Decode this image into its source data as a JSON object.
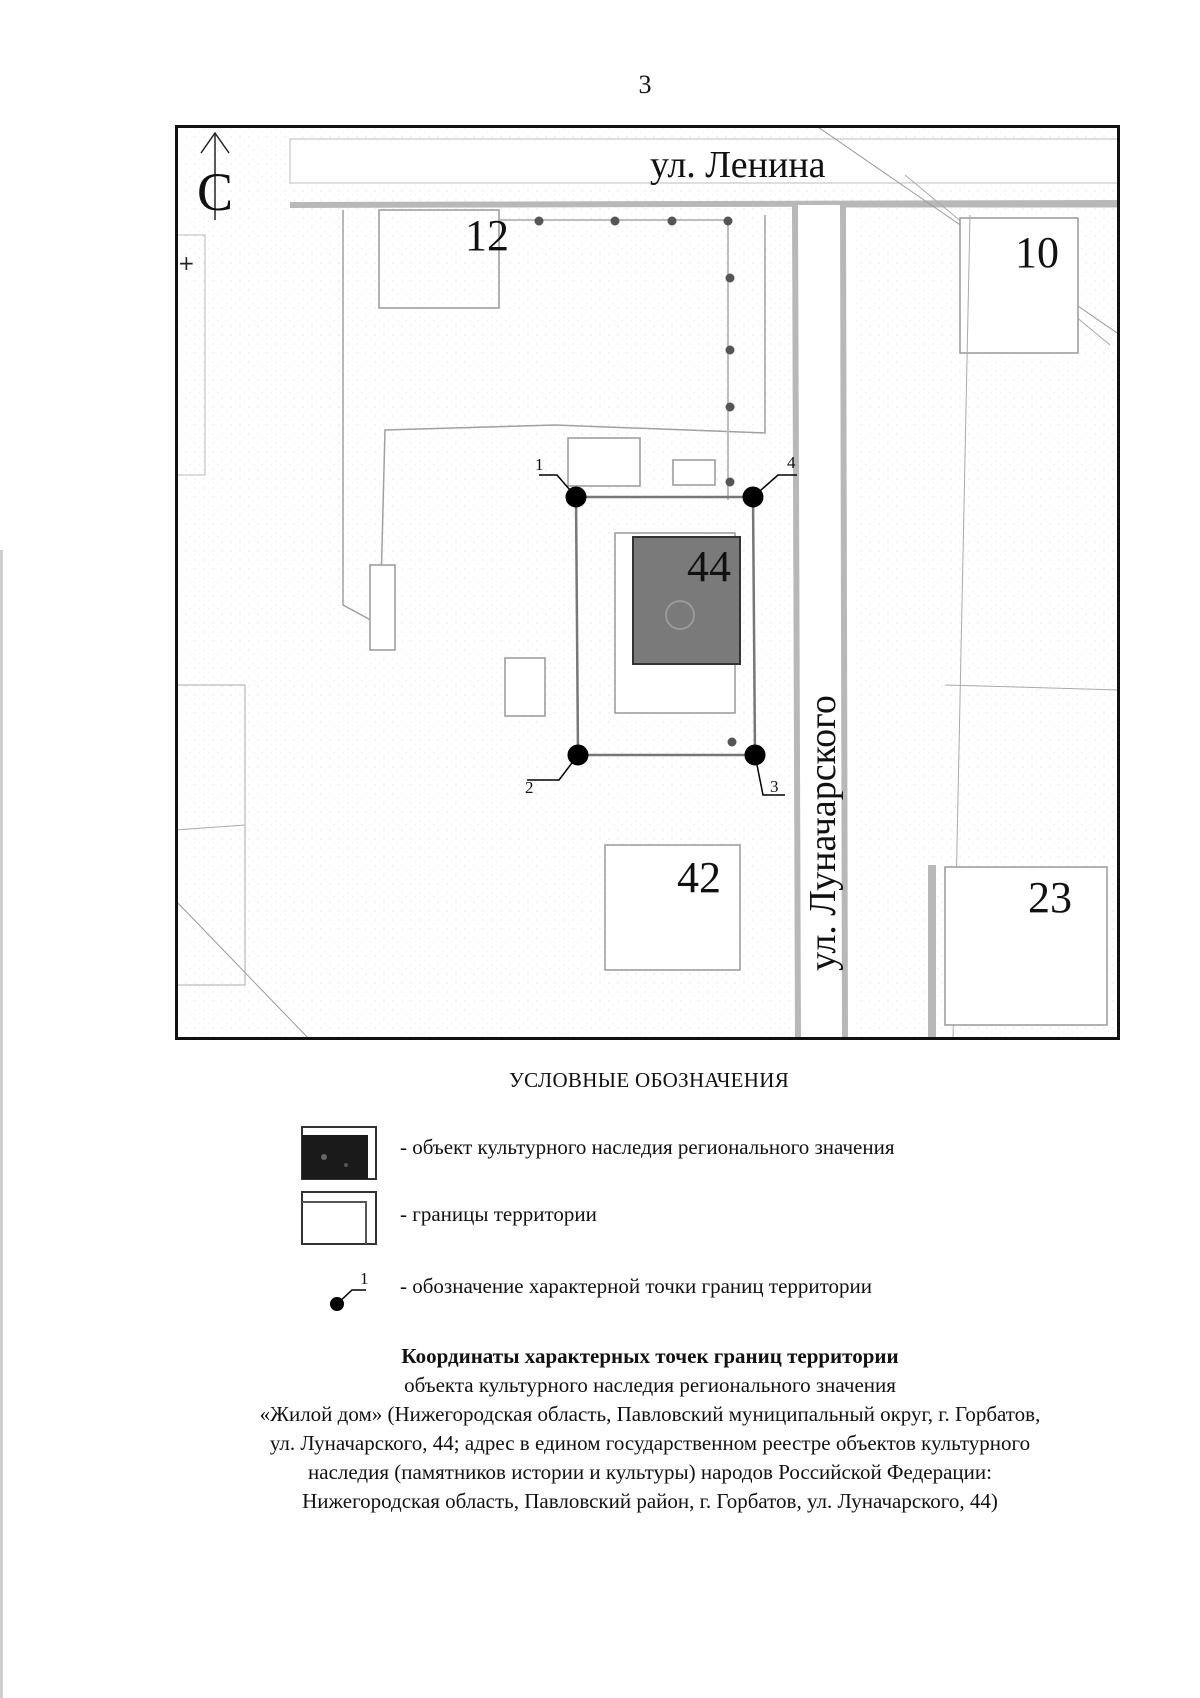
{
  "page_number": "3",
  "map": {
    "north_label": "С",
    "streets": {
      "lenina": "ул. Ленина",
      "lunacharskogo": "ул. Луначарского"
    },
    "plots": {
      "p12": "12",
      "p10": "10",
      "p44": "44",
      "p42": "42",
      "p23": "23"
    },
    "boundary_points": {
      "p1": "1",
      "p2": "2",
      "p3": "3",
      "p4": "4"
    },
    "colors": {
      "heritage_object": "#7a7a7a",
      "boundary": "#777777",
      "road": "#bdbdbd",
      "frame": "#111111"
    }
  },
  "legend": {
    "title": "УСЛОВНЫЕ ОБОЗНАЧЕНИЯ",
    "items": [
      {
        "label": "- объект культурного наследия регионального значения"
      },
      {
        "label": "- границы территории"
      },
      {
        "label": "- обозначение характерной точки границ территории",
        "point_label": "1"
      }
    ]
  },
  "caption": {
    "title": "Координаты характерных точек границ территории",
    "lines": [
      "объекта культурного наследия регионального значения",
      "«Жилой дом» (Нижегородская область, Павловский муниципальный округ, г. Горбатов,",
      "ул. Луначарского, 44; адрес в едином государственном реестре объектов культурного",
      "наследия (памятников истории и культуры) народов Российской Федерации:",
      "Нижегородская область, Павловский район, г. Горбатов, ул. Луначарского, 44)"
    ]
  }
}
